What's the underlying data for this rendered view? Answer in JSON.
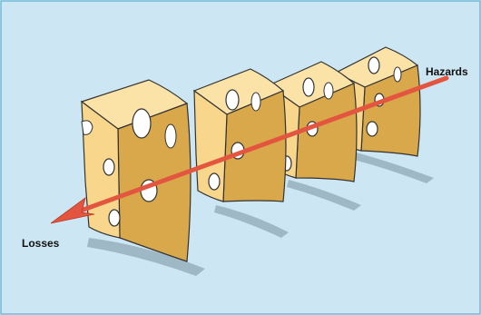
{
  "diagram": {
    "labels": {
      "hazards": "Hazards",
      "losses": "Losses"
    },
    "slices": [
      {
        "name": "slice-1"
      },
      {
        "name": "slice-2"
      },
      {
        "name": "slice-3"
      },
      {
        "name": "slice-4"
      }
    ],
    "colors": {
      "background": "#cde6f3",
      "border": "#6fb7d8",
      "cheese_front": "#f8d68c",
      "cheese_side": "#d8a84a",
      "cheese_top": "#fbe3a8",
      "hole": "#ffffff",
      "outline": "#333333",
      "shadow": "#9fb8c6",
      "arrow": "#e4553f"
    }
  }
}
